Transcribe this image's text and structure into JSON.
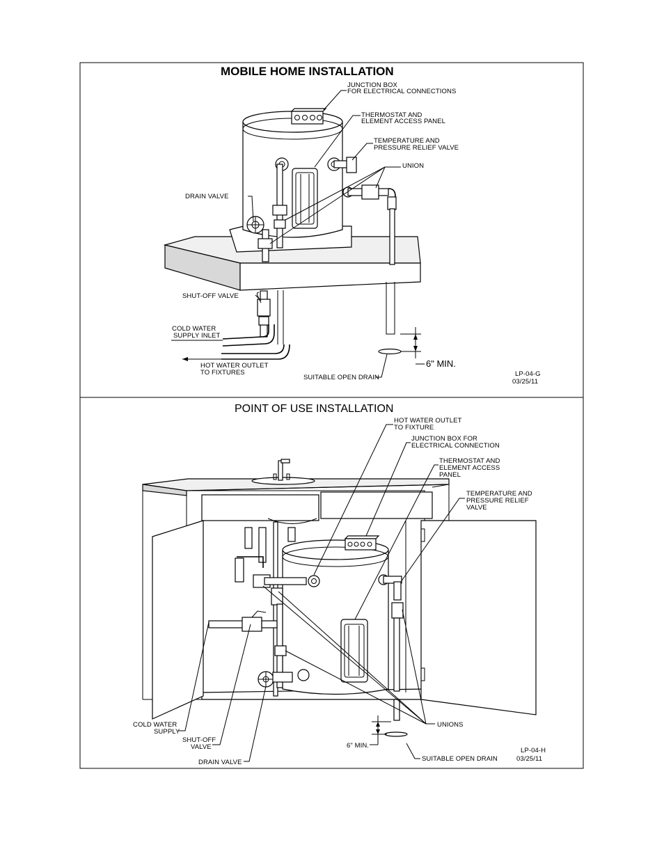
{
  "panel_top": {
    "title": "MOBILE HOME INSTALLATION",
    "labels": {
      "junction_box": [
        "JUNCTION BOX",
        "FOR ELECTRICAL CONNECTIONS"
      ],
      "thermostat": [
        "THERMOSTAT AND",
        "ELEMENT ACCESS PANEL"
      ],
      "tp_valve": [
        "TEMPERATURE AND",
        "PRESSURE RELIEF VALVE"
      ],
      "union": "UNION",
      "drain_valve": "DRAIN VALVE",
      "shutoff_valve": "SHUT-OFF VALVE",
      "cold_water": [
        "COLD WATER",
        "SUPPLY INLET"
      ],
      "hot_water": [
        "HOT WATER OUTLET",
        "TO FIXTURES"
      ],
      "open_drain": "SUITABLE OPEN DRAIN",
      "min_clearance": "6\" MIN."
    },
    "drawing_id": "LP-04-G",
    "date": "03/25/11"
  },
  "panel_bottom": {
    "title": "POINT OF USE INSTALLATION",
    "labels": {
      "hot_water": [
        "HOT WATER OUTLET",
        "TO FIXTURE"
      ],
      "junction_box": [
        "JUNCTION BOX FOR",
        "ELECTRICAL CONNECTION"
      ],
      "thermostat": [
        "THERMOSTAT AND",
        "ELEMENT ACCESS",
        "PANEL"
      ],
      "tp_valve": [
        "TEMPERATURE AND",
        "PRESSURE RELIEF",
        "VALVE"
      ],
      "unions": "UNIONS",
      "cold_water": [
        "COLD WATER",
        "SUPPLY"
      ],
      "shutoff_valve": [
        "SHUT-OFF",
        "VALVE"
      ],
      "drain_valve": "DRAIN VALVE",
      "min_clearance": "6\" MIN.",
      "open_drain": "SUITABLE OPEN DRAIN"
    },
    "drawing_id": "LP-04-H",
    "date": "03/25/11"
  }
}
